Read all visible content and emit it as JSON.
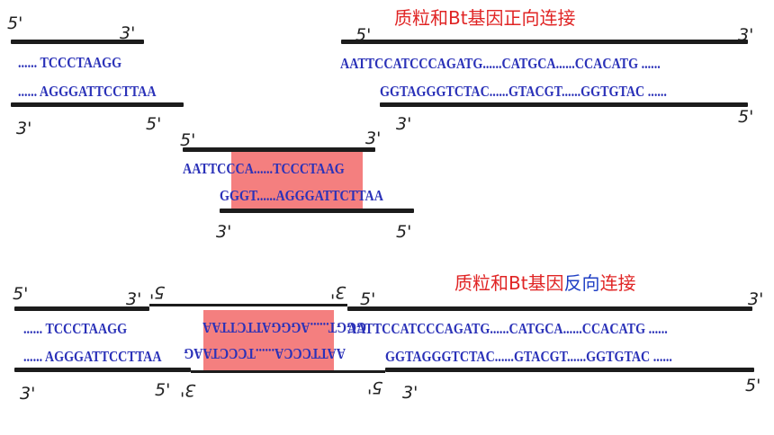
{
  "titles": {
    "forward": "质粒和Bt基因正向连接",
    "reverse_pre": "质粒和Bt基因",
    "reverse_word": "反向",
    "reverse_post": "连接"
  },
  "ends": {
    "five": "5'",
    "three": "3'"
  },
  "colors": {
    "title": "#e02424",
    "sequence": "#2a31b8",
    "highlight": "#f47f7f",
    "strand": "#1c1c1c"
  },
  "left_fragment": {
    "top_seq": "...... TCCCTAAGG",
    "bottom_seq": "...... AGGGATTCCTTAA"
  },
  "right_fragment": {
    "top_seq": "AATTCCATCCCAGATG......CATGCA......CCACATG ......",
    "bottom_seq": "GGTAGGGTCTAC......GTACGT......GGTGTAC ......"
  },
  "middle_fragment": {
    "top_seq": "AATTCCCA......TCCCTAAG",
    "bottom_seq": "GGGT......AGGGATTCTTAA"
  },
  "reverse_ligation": {
    "top_left": "...... TCCCTAAGG",
    "top_insert": "AATTCCCA......TCCCTAAG",
    "top_right": "AATTCCATCCCAGATG......CATGCA......CCACATG ......",
    "bottom_left": "...... AGGGATTCCTTAA",
    "bottom_insert": "GGGT......AGGGATTCTTAA",
    "bottom_right": "GGTAGGGTCTAC......GTACGT......GGTGTAC ......"
  }
}
